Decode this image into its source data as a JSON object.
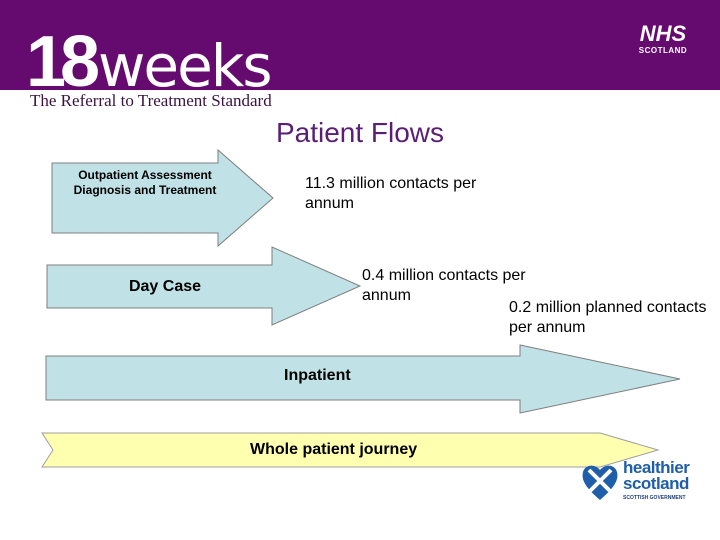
{
  "header": {
    "logo_number": "18",
    "logo_word": "weeks",
    "tagline": "The Referral to Treatment Standard",
    "nhs_main": "NHS",
    "nhs_sub": "SCOTLAND",
    "banner_color": "#650a6e"
  },
  "diagram": {
    "title": "Patient Flows",
    "arrows": [
      {
        "label": "Outpatient Assessment Diagnosis and Treatment",
        "fill": "#c0e2e6"
      },
      {
        "label": "Day Case",
        "fill": "#c0e2e6"
      },
      {
        "label": "Inpatient",
        "fill": "#c0e2e6"
      },
      {
        "label": "Whole patient journey",
        "fill": "#ffffb0"
      }
    ],
    "annotations": [
      "11.3 million contacts per annum",
      "0.4 million contacts per annum",
      "0.2 million planned contacts per annum"
    ]
  },
  "footer": {
    "logo_line1": "healthier",
    "logo_line2": "scotland",
    "logo_sub": "SCOTTISH GOVERNMENT",
    "icon": "saltire-heart-icon"
  }
}
